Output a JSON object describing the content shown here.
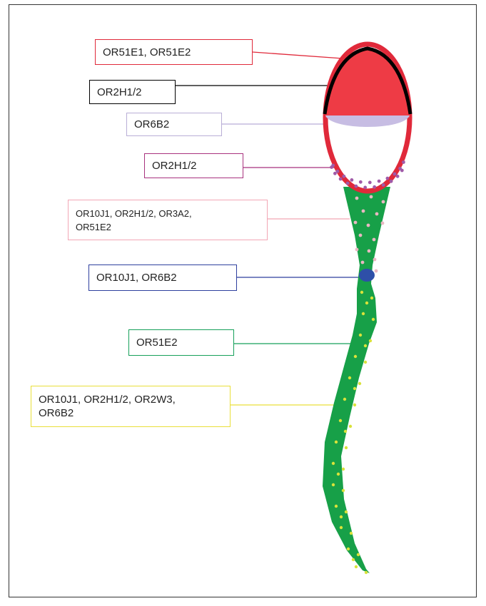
{
  "labels": [
    {
      "id": "acrosome-cap",
      "text": "OR51E1, OR51E2",
      "color": "#e0293a"
    },
    {
      "id": "acrosome-outer",
      "text": "OR2H1/2",
      "color": "#000000"
    },
    {
      "id": "equatorial-segment",
      "text": "OR6B2",
      "color": "#b9aed6"
    },
    {
      "id": "post-acrosomal",
      "text": "OR2H1/2",
      "color": "#a8327e"
    },
    {
      "id": "neck",
      "text": "OR10J1, OR2H1/2, OR3A2,\nOR51E2",
      "color": "#f2a6b5"
    },
    {
      "id": "midpiece-node",
      "text": "OR10J1, OR6B2",
      "color": "#2e3f9e"
    },
    {
      "id": "midpiece",
      "text": "OR51E2",
      "color": "#16a05a"
    },
    {
      "id": "tail",
      "text": "OR10J1, OR2H1/2, OR2W3,\nOR6B2",
      "color": "#e9df3a"
    }
  ],
  "colors": {
    "head_fill": "#ee3b45",
    "head_outline": "#e0293a",
    "acrosome_outline": "#000000",
    "band": "#c7bde3",
    "purple_dots": "#a05aa8",
    "body_green": "#17a048",
    "pink_dots": "#e9b7c2",
    "yellow_dots": "#d9e23a",
    "node_blue": "#2e4fa8"
  },
  "icons": [
    "sperm-cell-illustration"
  ]
}
